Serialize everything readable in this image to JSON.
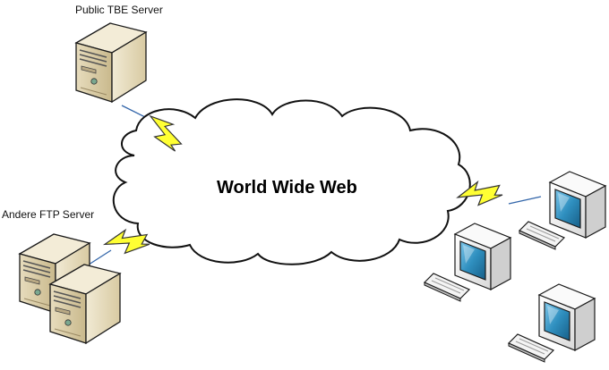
{
  "labels": {
    "public_server": "Public TBE Server",
    "andere_server": "Andere FTP Server",
    "cloud": "World Wide Web"
  },
  "icons": {
    "server": "server-tower-icon",
    "computer": "desktop-computer-icon",
    "keyboard": "keyboard-icon",
    "link": "lightning-bolt-icon",
    "cloud": "cloud-icon"
  },
  "colors": {
    "server_body": "#e3d8b8",
    "bolt": "#ffff33",
    "monitor_screen": "#2f8fbf",
    "computer_body": "#f2f2f2",
    "outline": "#1a1a1a"
  }
}
